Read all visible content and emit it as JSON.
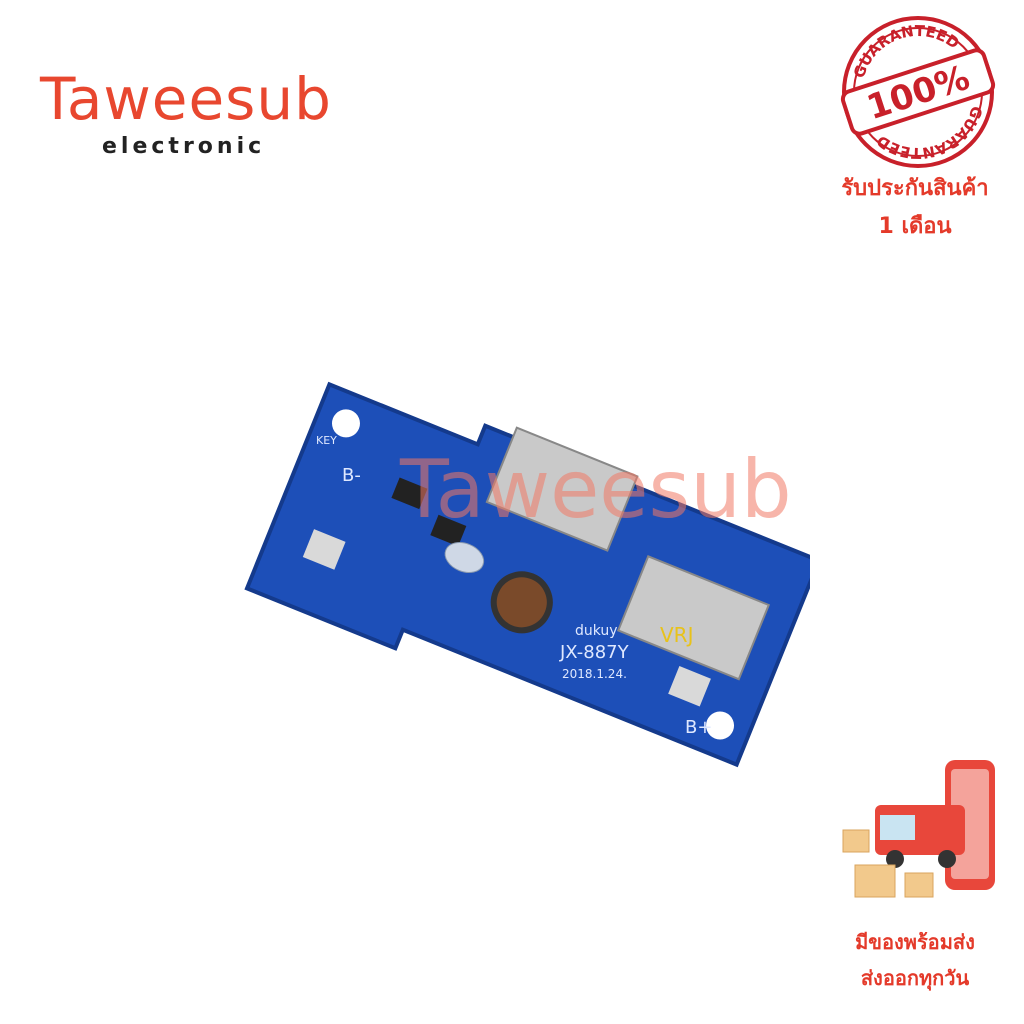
{
  "brand": {
    "name": "Taweesub",
    "subtitle": "electronic"
  },
  "stamp": {
    "top_text": "GUARANTEED",
    "center_text": "100%",
    "bottom_text": "GUARANTEED",
    "color": "#c8202a"
  },
  "warranty": {
    "line1": "รับประกันสินค้า",
    "line2": "1 เดือน"
  },
  "product": {
    "model": "JX-887Y",
    "maker": "dukuy",
    "date": "2018.1.24.",
    "labels": {
      "b_minus": "B-",
      "b_plus": "B+",
      "key": "KEY",
      "vrj": "VRJ"
    },
    "pcb_color": "#1d4fb8"
  },
  "watermark": "Taweesub",
  "shipping": {
    "line1": "มีของพร้อมส่ง",
    "line2": "ส่งออกทุกวัน"
  },
  "accent": "#e8472f"
}
